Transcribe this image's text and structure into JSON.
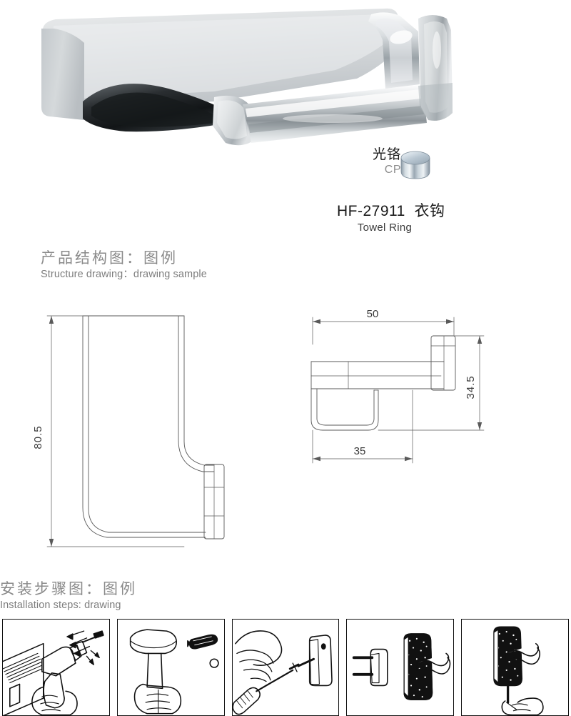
{
  "product": {
    "model_code": "HF-27911",
    "name_cn": "衣钩",
    "name_en": "Towel Ring",
    "model_line": "HF-27911  衣钩",
    "photo_alt": "chrome-wall-hook-product-photo"
  },
  "finish": {
    "label_cn": "光铬",
    "label_en": "CP",
    "swatch_name": "chrome-cylinder-swatch",
    "swatch_color": "#b9c4cc",
    "swatch_highlight": "#eef3f6",
    "swatch_shadow": "#7d8b96"
  },
  "sections": {
    "structure": {
      "heading_cn": "产品结构图：图例",
      "heading_en": "Structure drawing：drawing sample"
    },
    "installation": {
      "heading_cn": "安装步骤图：图例",
      "heading_en": "Installation steps: drawing"
    }
  },
  "drawings": {
    "side_view": {
      "name": "side-elevation-drawing",
      "dimension_label": "80.5"
    },
    "plan_view": {
      "name": "plan-view-drawing",
      "width_label": "50",
      "depth_label": "35",
      "height_label": "34.5"
    },
    "units": "mm",
    "line_color": "#5a5a5a"
  },
  "installation_steps": [
    {
      "index": "1",
      "name": "step-drill-hole",
      "icon": "power-drill-icon"
    },
    {
      "index": "2",
      "name": "step-hammer-anchor",
      "icon": "hammer-icon"
    },
    {
      "index": "3",
      "name": "step-screw-baseplate",
      "icon": "screwdriver-icon"
    },
    {
      "index": "4",
      "name": "step-attach-hook",
      "icon": "hook-mount-icon"
    },
    {
      "index": "5",
      "name": "step-tighten-setscrew",
      "icon": "tighten-hand-icon"
    }
  ]
}
